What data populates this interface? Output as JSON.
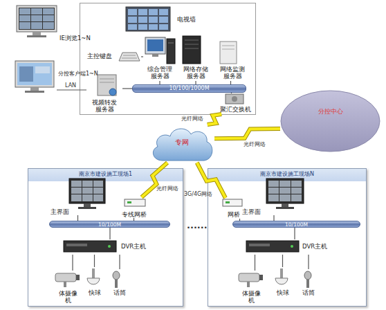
{
  "diagram": {
    "nodes": [
      {
        "text": []
      },
      {
        "text": [
          "电视墙"
        ],
        "in": 0
      },
      {
        "text": [
          "主控键盘"
        ],
        "in": 0
      },
      {
        "text": [
          "综合管理服务器"
        ],
        "in": 0
      },
      {
        "text": [
          "网络存储服务器"
        ],
        "in": 0
      },
      {
        "text": [
          "网络监测服务器"
        ],
        "in": 0
      },
      {
        "text": [
          "10/100/1000M"
        ],
        "in": 0
      },
      {
        "text": [
          "聚汇交换机"
        ],
        "in": 0
      },
      {
        "text": [
          "视频转发服务器"
        ],
        "in": 0
      },
      {
        "text": [
          "IE浏览1~N"
        ]
      },
      {
        "text": [
          "分控客户端1~N"
        ]
      },
      {
        "text": [
          "专网"
        ]
      },
      {
        "text": [
          "分控中心"
        ]
      },
      {
        "text": [
          "南京市建设施工现场1"
        ]
      },
      {
        "text": [
          "主界面"
        ],
        "in": 13
      },
      {
        "text": [
          "专线网桥"
        ],
        "in": 13
      },
      {
        "text": [
          "10/100M"
        ],
        "in": 13
      },
      {
        "text": [
          "DVR主机"
        ],
        "in": 13
      },
      {
        "text": [
          "体摄像机"
        ],
        "in": 13
      },
      {
        "text": [
          "快球"
        ],
        "in": 13
      },
      {
        "text": [
          "话筒"
        ],
        "in": 13
      },
      {
        "text": [
          "南京市建设施工现场N"
        ]
      },
      {
        "text": [
          "主界面"
        ],
        "in": 21
      },
      {
        "text": [
          "网桥"
        ],
        "in": 21
      },
      {
        "text": [
          "10/100M"
        ],
        "in": 21
      },
      {
        "text": [
          "DVR主机"
        ],
        "in": 21
      },
      {
        "text": [
          "体摄像机"
        ],
        "in": 21
      },
      {
        "text": [
          "快球"
        ],
        "in": 21
      },
      {
        "text": [
          "话筒"
        ],
        "in": 21
      }
    ],
    "edges": [
      {
        "from": 2,
        "to": 3,
        "arrow": "none"
      },
      {
        "from": 3,
        "to": 6,
        "arrow": "none"
      },
      {
        "from": 4,
        "to": 6,
        "arrow": "none"
      },
      {
        "from": 5,
        "to": 6,
        "arrow": "none"
      },
      {
        "from": 8,
        "to": 6,
        "arrow": "none"
      },
      {
        "from": 7,
        "to": 6,
        "arrow": "none"
      },
      {
        "from": 10,
        "to": 8,
        "label": "LAN",
        "arrow": "none"
      },
      {
        "from": 7,
        "to": 11,
        "label": "光纤网络",
        "arrow": "none"
      },
      {
        "from": 11,
        "to": 12,
        "label": "光纤网络",
        "arrow": "none"
      },
      {
        "from": 11,
        "to": 15,
        "label": "光纤网络",
        "arrow": "none"
      },
      {
        "from": 11,
        "to": 23,
        "label": "3G/4G网络",
        "arrow": "none"
      },
      {
        "from": 14,
        "to": 16,
        "arrow": "none"
      },
      {
        "from": 15,
        "to": 16,
        "arrow": "none"
      },
      {
        "from": 16,
        "to": 17,
        "arrow": "none"
      },
      {
        "from": 17,
        "to": 18,
        "arrow": "none"
      },
      {
        "from": 17,
        "to": 19,
        "arrow": "none"
      },
      {
        "from": 17,
        "to": 20,
        "arrow": "none"
      },
      {
        "from": 22,
        "to": 24,
        "arrow": "none"
      },
      {
        "from": 23,
        "to": 24,
        "arrow": "none"
      },
      {
        "from": 24,
        "to": 25,
        "arrow": "none"
      },
      {
        "from": 25,
        "to": 26,
        "arrow": "none"
      },
      {
        "from": 25,
        "to": 27,
        "arrow": "none"
      },
      {
        "from": 25,
        "to": 28,
        "arrow": "none"
      }
    ],
    "labels": [
      "......"
    ]
  }
}
